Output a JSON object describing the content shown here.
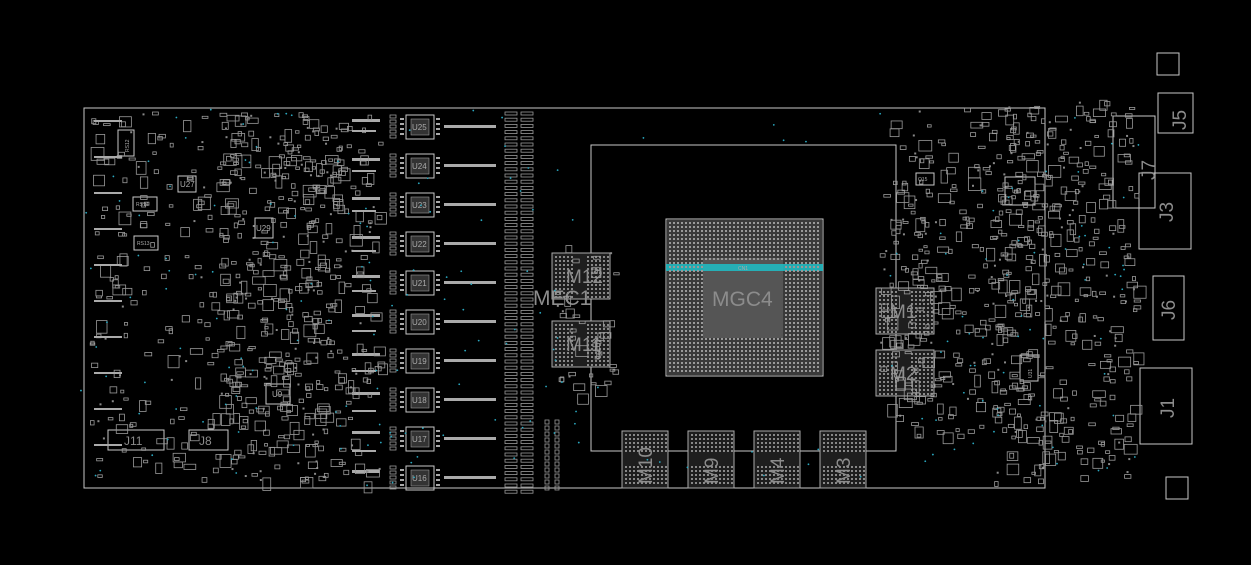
{
  "colors": {
    "background": "#000000",
    "outline": "#c8c8c8",
    "via": "#2aa8c0",
    "highlight": "#1ec0c8"
  },
  "gpu": {
    "label": "MGC4",
    "bar_label": "CN1"
  },
  "memory": [
    "M1",
    "M2",
    "M3",
    "M4",
    "M9",
    "M10",
    "M11",
    "M12"
  ],
  "memory_ghost_label": "MEC1",
  "vrm": [
    "U25",
    "U24",
    "U23",
    "U22",
    "U21",
    "U20",
    "U19",
    "U18",
    "U17",
    "U16"
  ],
  "connectors": [
    "J1",
    "J3",
    "J5",
    "J6",
    "J7",
    "J8",
    "J11"
  ],
  "small_labels": [
    "U9",
    "U27",
    "U29",
    "RS12",
    "RS13",
    "RS14",
    "U81",
    "Q15",
    "U31"
  ]
}
